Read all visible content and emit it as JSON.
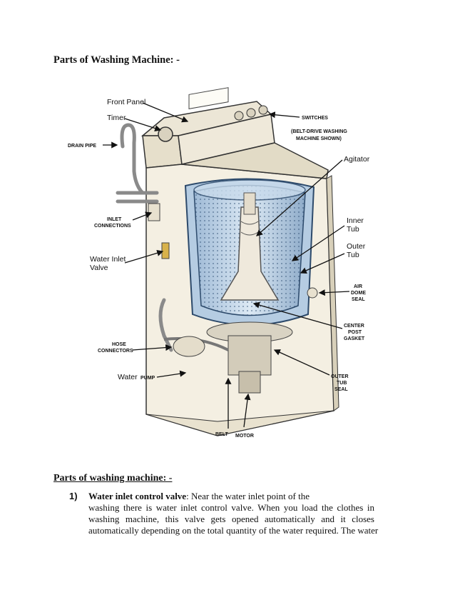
{
  "page_title": "Parts of Washing Machine: -",
  "diagram": {
    "labels": {
      "front_panel": "Front Panel",
      "timer": "Timer",
      "drain_pipe": "DRAIN PIPE",
      "switches": "SWITCHES",
      "belt_drive_1": "(BELT-DRIVE WASHING",
      "belt_drive_2": "MACHINE SHOWN)",
      "agitator": "Agitator",
      "inlet_1": "INLET",
      "inlet_2": "CONNECTIONS",
      "inner_tub_1": "Inner",
      "inner_tub_2": "Tub",
      "outer_tub_1": "Outer",
      "outer_tub_2": "Tub",
      "water_inlet_1": "Water Inlet",
      "water_inlet_2": "Valve",
      "air_dome_1": "AIR",
      "air_dome_2": "DOME",
      "air_dome_3": "SEAL",
      "center_post_1": "CENTER",
      "center_post_2": "POST",
      "center_post_3": "GASKET",
      "hose_1": "HOSE",
      "hose_2": "CONNECTORS",
      "water_pump_1": "Water",
      "water_pump_2": "PUMP",
      "outer_tub_seal_1": "OUTER",
      "outer_tub_seal_2": "TUB",
      "outer_tub_seal_3": "SEAL",
      "belt": "BELT",
      "motor": "MOTOR"
    }
  },
  "section_heading": "Parts of washing machine: -",
  "item1": {
    "number": "1)",
    "term": "Water inlet control valve",
    "line1_rest": ": Near the water inlet point of the",
    "line2": "washing there is water inlet control valve. When you load the clothes in",
    "line3": "washing machine, this valve gets opened automatically and it closes",
    "line4": "automatically depending on the total quantity of the water required. The water"
  }
}
